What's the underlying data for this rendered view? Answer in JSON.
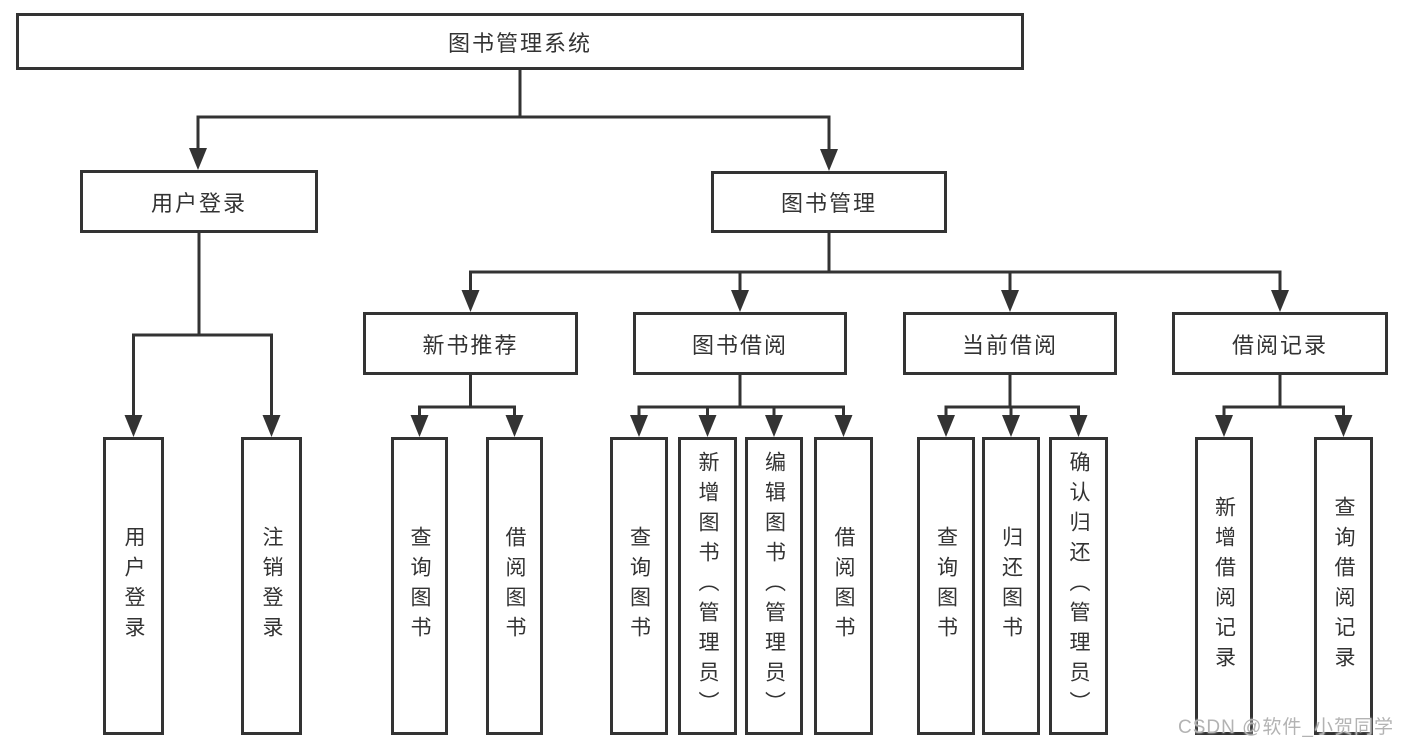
{
  "watermark": "CSDN @软件_小贺同学",
  "colors": {
    "line": "#333333",
    "text": "#333333",
    "watermark": "#b3b3b3",
    "background": "#ffffff"
  },
  "tree": {
    "root": {
      "label": "图书管理系统"
    },
    "branches": [
      {
        "label": "用户登录",
        "children": [
          {
            "label": "用户登录"
          },
          {
            "label": "注销登录"
          }
        ]
      },
      {
        "label": "图书管理",
        "children": [
          {
            "label": "新书推荐",
            "children": [
              {
                "label": "查询图书"
              },
              {
                "label": "借阅图书"
              }
            ]
          },
          {
            "label": "图书借阅",
            "children": [
              {
                "label": "查询图书"
              },
              {
                "label": "新增图书（管理员）"
              },
              {
                "label": "编辑图书（管理员）"
              },
              {
                "label": "借阅图书"
              }
            ]
          },
          {
            "label": "当前借阅",
            "children": [
              {
                "label": "查询图书"
              },
              {
                "label": "归还图书"
              },
              {
                "label": "确认归还（管理员）"
              }
            ]
          },
          {
            "label": "借阅记录",
            "children": [
              {
                "label": "新增借阅记录"
              },
              {
                "label": "查询借阅记录"
              }
            ]
          }
        ]
      }
    ]
  }
}
